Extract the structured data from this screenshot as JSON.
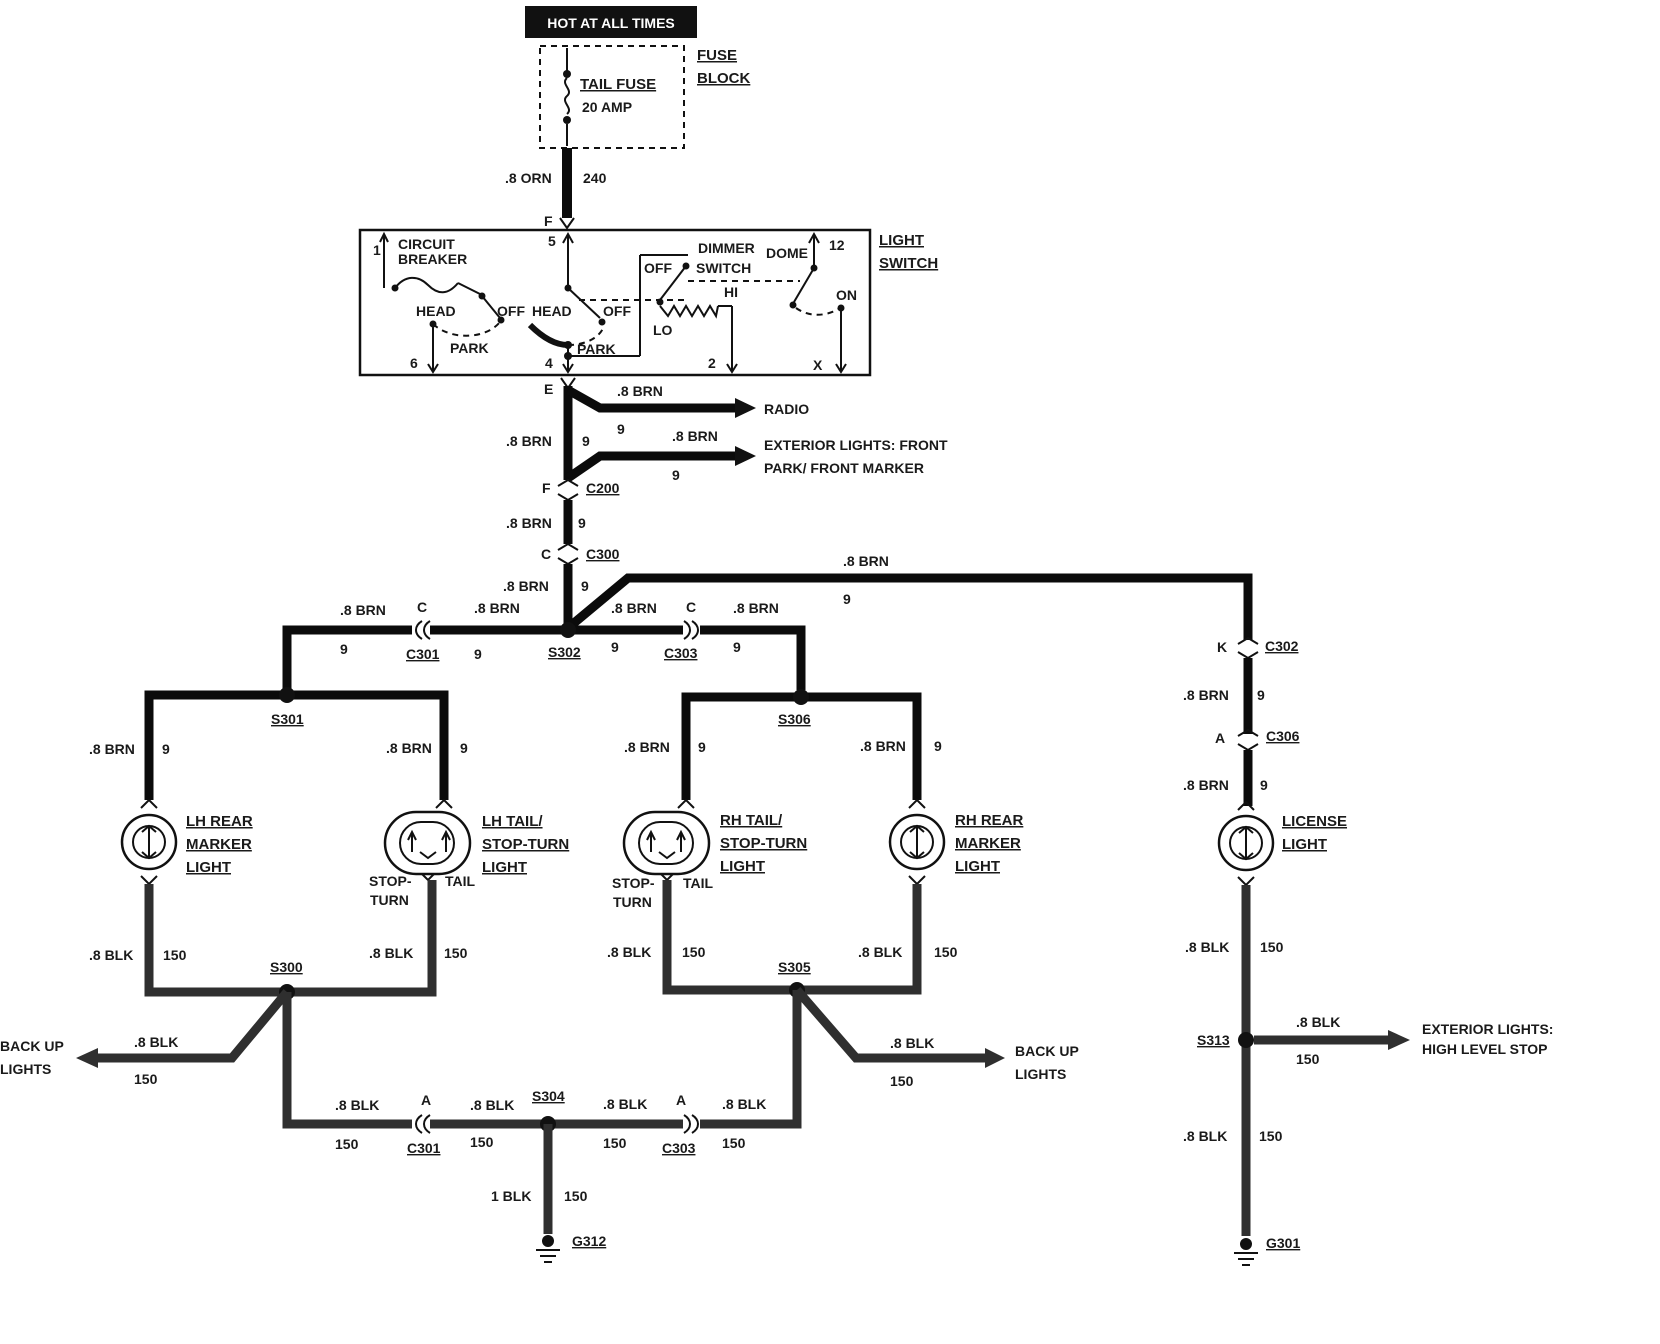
{
  "hot_box": "HOT AT ALL TIMES",
  "fuse_block": {
    "line1": "FUSE",
    "line2": "BLOCK",
    "fuse_name": "TAIL FUSE",
    "fuse_rating": "20 AMP"
  },
  "feed": {
    "gauge": ".8 ORN",
    "circuit": "240",
    "pin": "F"
  },
  "light_switch": {
    "title1": "LIGHT",
    "title2": "SWITCH",
    "circuit_breaker1": "CIRCUIT",
    "circuit_breaker2": "BREAKER",
    "head": "HEAD",
    "off": "OFF",
    "park": "PARK",
    "dimmer1": "DIMMER",
    "dimmer2": "SWITCH",
    "hi": "HI",
    "lo": "LO",
    "dome": "DOME",
    "on": "ON",
    "pins": {
      "p1": "1",
      "p5": "5",
      "p12": "12",
      "p6": "6",
      "p4": "4",
      "p2": "2",
      "px": "X"
    }
  },
  "branches": {
    "pin_e": "E",
    "radio": {
      "gauge": ".8 BRN",
      "circuit": "9",
      "label": "RADIO"
    },
    "front": {
      "gauge": ".8 BRN",
      "circuit": "9",
      "label1": "EXTERIOR LIGHTS: FRONT",
      "label2": "PARK/ FRONT MARKER"
    },
    "main_gauge": ".8 BRN",
    "main_circuit": "9"
  },
  "connectors": {
    "c200": "C200",
    "c200_pin": "F",
    "c300": "C300",
    "c300_pin": "C",
    "c301": "C301",
    "c301_pin_top": "C",
    "c301_pin_bot": "A",
    "c303": "C303",
    "c303_pin_top": "C",
    "c303_pin_bot": "A",
    "c302": "C302",
    "c302_pin": "K",
    "c306": "C306",
    "c306_pin": "A"
  },
  "splices": {
    "s302": "S302",
    "s301": "S301",
    "s306": "S306",
    "s300": "S300",
    "s305": "S305",
    "s304": "S304",
    "s313": "S313"
  },
  "grounds": {
    "g312": "G312",
    "g301": "G301"
  },
  "wires": {
    "brn": ".8 BRN",
    "brn_c": "9",
    "blk": ".8 BLK",
    "blk_c": "150",
    "blk1": "1 BLK"
  },
  "lamps": {
    "lh_marker": [
      "LH REAR",
      "MARKER",
      "LIGHT"
    ],
    "lh_tail": [
      "LH TAIL/",
      "STOP-TURN",
      "LIGHT"
    ],
    "rh_tail": [
      "RH TAIL/",
      "STOP-TURN",
      "LIGHT"
    ],
    "rh_marker": [
      "RH REAR",
      "MARKER",
      "LIGHT"
    ],
    "license": [
      "LICENSE",
      "LIGHT"
    ],
    "stop1": "STOP-",
    "stop2": "TURN",
    "tail": "TAIL"
  },
  "external": {
    "backup1": "BACK UP",
    "backup2": "LIGHTS",
    "hls1": "EXTERIOR LIGHTS:",
    "hls2": "HIGH LEVEL STOP"
  }
}
